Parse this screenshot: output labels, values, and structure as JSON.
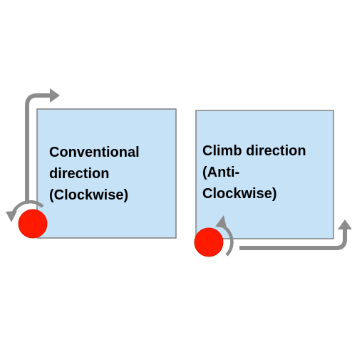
{
  "colors": {
    "box_fill": "#c6e2f7",
    "box_border": "#808080",
    "arrow": "#8c8c8c",
    "cutter": "#ff1a00",
    "cutter_outline": "#d81a00",
    "text": "#000000"
  },
  "left_panel": {
    "label_lines": [
      "Conventional",
      "direction",
      "(Clockwise)"
    ]
  },
  "right_panel": {
    "label_lines": [
      "Climb direction",
      "(Anti-",
      "Clockwise)"
    ]
  }
}
